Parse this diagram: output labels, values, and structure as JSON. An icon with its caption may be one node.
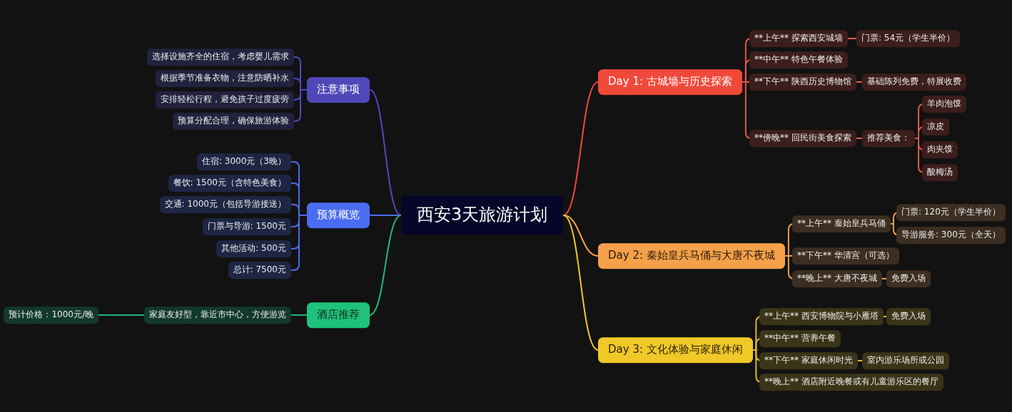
{
  "diagram": {
    "nodes": [
      {
        "text": [
          "西安3天旅游计划"
        ]
      },
      {
        "text": [
          "注意事项"
        ]
      },
      {
        "text": [
          "选择设施齐全的住宿，考虑婴儿需求"
        ]
      },
      {
        "text": [
          "根据季节准备衣物，注意防晒补水"
        ]
      },
      {
        "text": [
          "安排轻松行程，避免孩子过度疲劳"
        ]
      },
      {
        "text": [
          "预算分配合理，确保旅游体验"
        ]
      },
      {
        "text": [
          "预算概览"
        ]
      },
      {
        "text": [
          "住宿: 3000元（3晚）"
        ]
      },
      {
        "text": [
          "餐饮: 1500元（含特色美食）"
        ]
      },
      {
        "text": [
          "交通: 1000元（包括导游接送）"
        ]
      },
      {
        "text": [
          "门票与导游: 1500元"
        ]
      },
      {
        "text": [
          "其他活动: 500元"
        ]
      },
      {
        "text": [
          "总计: 7500元"
        ]
      },
      {
        "text": [
          "酒店推荐"
        ]
      },
      {
        "text": [
          "家庭友好型，靠近市中心，方便游览"
        ]
      },
      {
        "text": [
          "预计价格：1000元/晚"
        ]
      },
      {
        "text": [
          "Day 1: 古城墙与历史探索"
        ]
      },
      {
        "text": [
          "**上午** 探索西安城墙"
        ]
      },
      {
        "text": [
          "门票: 54元（学生半价）"
        ]
      },
      {
        "text": [
          "**中午** 特色午餐体验"
        ]
      },
      {
        "text": [
          "**下午** 陕西历史博物馆"
        ]
      },
      {
        "text": [
          "基础陈列免费，特展收费"
        ]
      },
      {
        "text": [
          "**傍晚** 回民街美食探索"
        ]
      },
      {
        "text": [
          "推荐美食："
        ]
      },
      {
        "text": [
          "羊肉泡馍"
        ]
      },
      {
        "text": [
          "凉皮"
        ]
      },
      {
        "text": [
          "肉夹馍"
        ]
      },
      {
        "text": [
          "酸梅汤"
        ]
      },
      {
        "text": [
          "Day 2: 秦始皇兵马俑与大唐不夜城"
        ]
      },
      {
        "text": [
          "**上午** 秦始皇兵马俑"
        ]
      },
      {
        "text": [
          "门票: 120元（学生半价）"
        ]
      },
      {
        "text": [
          "导游服务: 300元（全天）"
        ]
      },
      {
        "text": [
          "**下午** 华清宫（可选）"
        ]
      },
      {
        "text": [
          "**晚上** 大唐不夜城"
        ]
      },
      {
        "text": [
          "免费入场"
        ]
      },
      {
        "text": [
          "Day 3: 文化体验与家庭休闲"
        ]
      },
      {
        "text": [
          "**上午** 西安博物院与小雁塔"
        ]
      },
      {
        "text": [
          "免费入场"
        ]
      },
      {
        "text": [
          "**中午** 营养午餐"
        ]
      },
      {
        "text": [
          "**下午** 家庭休闲时光"
        ]
      },
      {
        "text": [
          "室内游乐场所或公园"
        ]
      },
      {
        "text": [
          "**晚上** 酒店附近晚餐或有儿童游乐区的餐厅"
        ]
      }
    ],
    "edges": [
      {
        "from": 0,
        "to": 1,
        "arrow": "none",
        "color": "#5048c0"
      },
      {
        "from": 0,
        "to": 6,
        "arrow": "none",
        "color": "#4a6cf0"
      },
      {
        "from": 0,
        "to": 13,
        "arrow": "none",
        "color": "#1eb878"
      },
      {
        "from": 0,
        "to": 16,
        "arrow": "none",
        "color": "#f0493a"
      },
      {
        "from": 0,
        "to": 28,
        "arrow": "none",
        "color": "#f5a04a"
      },
      {
        "from": 0,
        "to": 35,
        "arrow": "none",
        "color": "#f0c828"
      },
      {
        "from": 1,
        "to": 2,
        "arrow": "none",
        "color": "#5048c0"
      },
      {
        "from": 1,
        "to": 3,
        "arrow": "none",
        "color": "#5048c0"
      },
      {
        "from": 1,
        "to": 4,
        "arrow": "none",
        "color": "#5048c0"
      },
      {
        "from": 1,
        "to": 5,
        "arrow": "none",
        "color": "#5048c0"
      },
      {
        "from": 6,
        "to": 7,
        "arrow": "none",
        "color": "#4a6cf0"
      },
      {
        "from": 6,
        "to": 8,
        "arrow": "none",
        "color": "#4a6cf0"
      },
      {
        "from": 6,
        "to": 9,
        "arrow": "none",
        "color": "#4a6cf0"
      },
      {
        "from": 6,
        "to": 10,
        "arrow": "none",
        "color": "#4a6cf0"
      },
      {
        "from": 6,
        "to": 11,
        "arrow": "none",
        "color": "#4a6cf0"
      },
      {
        "from": 6,
        "to": 12,
        "arrow": "none",
        "color": "#4a6cf0"
      },
      {
        "from": 13,
        "to": 14,
        "arrow": "none",
        "color": "#1eb878"
      },
      {
        "from": 14,
        "to": 15,
        "arrow": "none",
        "color": "#1eb878"
      },
      {
        "from": 16,
        "to": 17,
        "arrow": "none",
        "color": "#e0584a"
      },
      {
        "from": 16,
        "to": 19,
        "arrow": "none",
        "color": "#e0584a"
      },
      {
        "from": 16,
        "to": 20,
        "arrow": "none",
        "color": "#e0584a"
      },
      {
        "from": 16,
        "to": 22,
        "arrow": "none",
        "color": "#e0584a"
      },
      {
        "from": 17,
        "to": 18,
        "arrow": "none",
        "color": "#e0584a"
      },
      {
        "from": 20,
        "to": 21,
        "arrow": "none",
        "color": "#e0584a"
      },
      {
        "from": 22,
        "to": 23,
        "arrow": "none",
        "color": "#e0584a"
      },
      {
        "from": 23,
        "to": 24,
        "arrow": "none",
        "color": "#e0584a"
      },
      {
        "from": 23,
        "to": 25,
        "arrow": "none",
        "color": "#e0584a"
      },
      {
        "from": 23,
        "to": 26,
        "arrow": "none",
        "color": "#e0584a"
      },
      {
        "from": 23,
        "to": 27,
        "arrow": "none",
        "color": "#e0584a"
      },
      {
        "from": 28,
        "to": 29,
        "arrow": "none",
        "color": "#e8a050"
      },
      {
        "from": 28,
        "to": 32,
        "arrow": "none",
        "color": "#e8a050"
      },
      {
        "from": 28,
        "to": 33,
        "arrow": "none",
        "color": "#e8a050"
      },
      {
        "from": 29,
        "to": 30,
        "arrow": "none",
        "color": "#e8a050"
      },
      {
        "from": 29,
        "to": 31,
        "arrow": "none",
        "color": "#e8a050"
      },
      {
        "from": 33,
        "to": 34,
        "arrow": "none",
        "color": "#e8a050"
      },
      {
        "from": 35,
        "to": 36,
        "arrow": "none",
        "color": "#e0b830"
      },
      {
        "from": 35,
        "to": 38,
        "arrow": "none",
        "color": "#e0b830"
      },
      {
        "from": 35,
        "to": 39,
        "arrow": "none",
        "color": "#e0b830"
      },
      {
        "from": 35,
        "to": 41,
        "arrow": "none",
        "color": "#e0b830"
      },
      {
        "from": 36,
        "to": 37,
        "arrow": "none",
        "color": "#e0b830"
      },
      {
        "from": 39,
        "to": 40,
        "arrow": "none",
        "color": "#e0b830"
      }
    ]
  }
}
